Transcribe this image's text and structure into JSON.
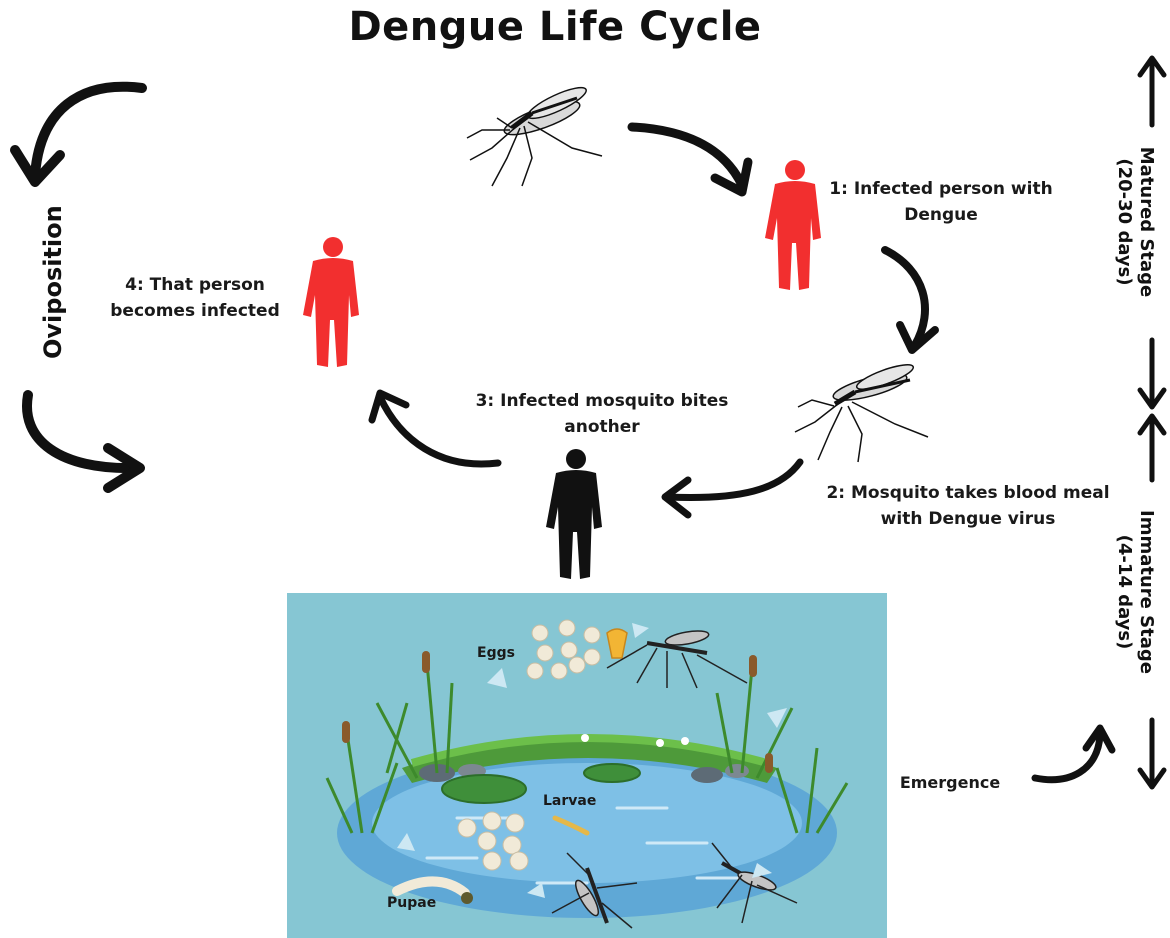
{
  "title": "Dengue Life Cycle",
  "steps": [
    {
      "text": "1: Infected person with Dengue"
    },
    {
      "text": "2: Mosquito takes blood meal with Dengue virus"
    },
    {
      "text": "3: Infected mosquito bites another"
    },
    {
      "text": "4: That person becomes infected"
    }
  ],
  "left_label": "Oviposition",
  "right_stages": {
    "matured": "Matured Stage",
    "matured_days": "(20-30 days)",
    "immature": "Immature Stage",
    "immature_days": "(4-14 days)"
  },
  "emergence": "Emergence",
  "pond_labels": {
    "eggs": "Eggs",
    "larvae": "Larvae",
    "pupae": "Pupae"
  },
  "colors": {
    "infected": "#f22f2f",
    "healthy": "#111111",
    "pond_bg": "#86c6d3",
    "water": "#5fa8d6",
    "grass": "#4e9a3a"
  }
}
